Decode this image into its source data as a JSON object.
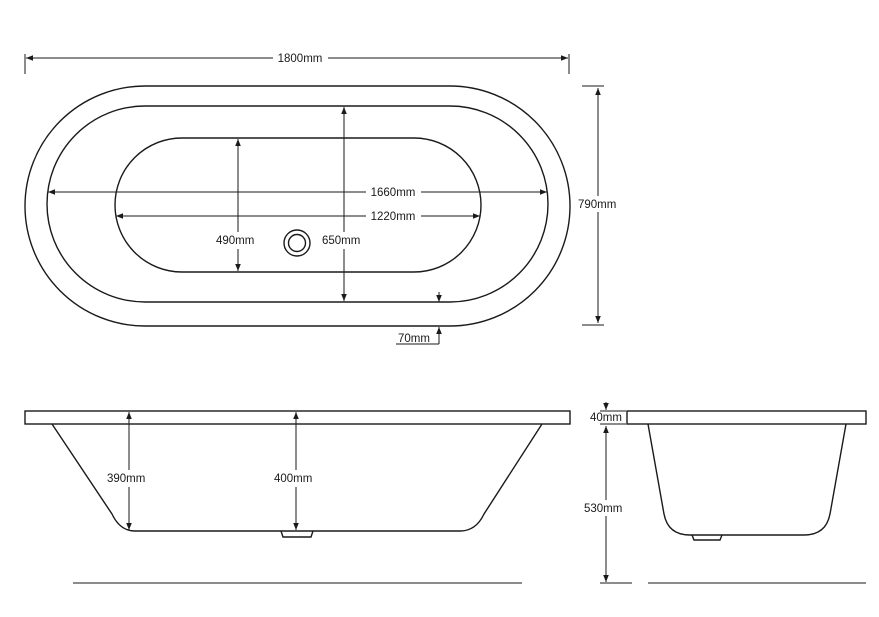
{
  "dimensions": {
    "overall_length": "1800mm",
    "overall_width": "790mm",
    "inner_length": "1660mm",
    "base_length": "1220mm",
    "base_width": "490mm",
    "inner_width": "650mm",
    "rim_width": "70mm",
    "depth_side": "390mm",
    "depth_centre": "400mm",
    "rim_thickness": "40mm",
    "body_height": "530mm"
  },
  "colors": {
    "line": "#1a1a1a",
    "background": "#ffffff"
  }
}
